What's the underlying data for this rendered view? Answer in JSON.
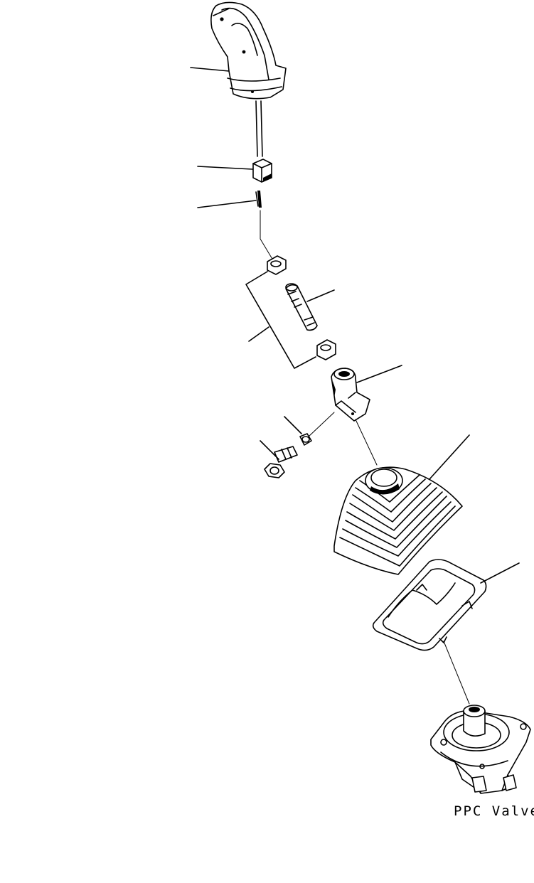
{
  "diagram": {
    "labels": {
      "ppc_valve": "PPC Valve"
    },
    "parts": [
      "lever-grip",
      "connector",
      "clip",
      "nut-upper",
      "stud-bolt",
      "nut-lower",
      "lever-bracket",
      "spring-washer",
      "bolt",
      "rubber-boot",
      "boot-plate",
      "ppc-valve"
    ]
  }
}
